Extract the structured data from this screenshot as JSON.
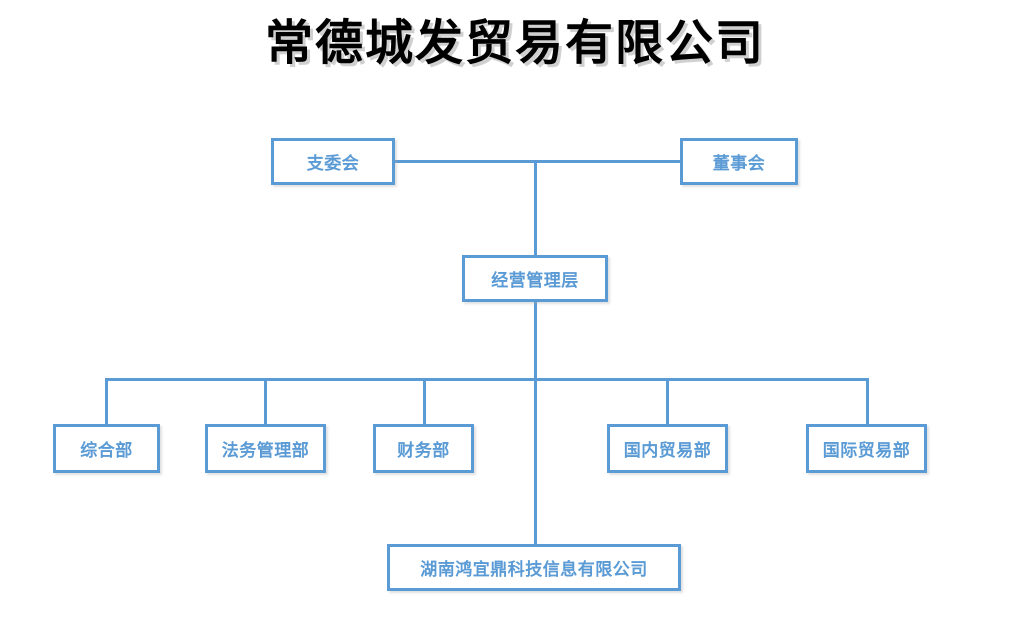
{
  "title": "常德城发贸易有限公司",
  "colors": {
    "line": "#5B9BD5",
    "box_border": "#5B9BD5",
    "box_fill": "#ffffff",
    "node_text": "#5B9BD5",
    "title_text": "#000000"
  },
  "chart_data": {
    "type": "diagram",
    "title": "常德城发贸易有限公司",
    "diagram_kind": "organizational-chart",
    "nodes": [
      {
        "id": "party-committee",
        "label": "支委会",
        "level": 1
      },
      {
        "id": "board",
        "label": "董事会",
        "level": 1
      },
      {
        "id": "management",
        "label": "经营管理层",
        "level": 2
      },
      {
        "id": "general-affairs",
        "label": "综合部",
        "level": 3
      },
      {
        "id": "legal-affairs",
        "label": "法务管理部",
        "level": 3
      },
      {
        "id": "finance",
        "label": "财务部",
        "level": 3
      },
      {
        "id": "domestic-trade",
        "label": "国内贸易部",
        "level": 3
      },
      {
        "id": "international-trade",
        "label": "国际贸易部",
        "level": 3
      },
      {
        "id": "subsidiary",
        "label": "湖南鸿宜鼎科技信息有限公司",
        "level": 4
      }
    ],
    "edges": [
      {
        "from": "party-committee",
        "to": "board"
      },
      {
        "from": "board",
        "to": "management"
      },
      {
        "from": "management",
        "to": "general-affairs"
      },
      {
        "from": "management",
        "to": "legal-affairs"
      },
      {
        "from": "management",
        "to": "finance"
      },
      {
        "from": "management",
        "to": "domestic-trade"
      },
      {
        "from": "management",
        "to": "international-trade"
      },
      {
        "from": "management",
        "to": "subsidiary"
      }
    ]
  },
  "nodes": {
    "party_committee": "支委会",
    "board": "董事会",
    "management": "经营管理层",
    "general_affairs": "综合部",
    "legal_affairs": "法务管理部",
    "finance": "财务部",
    "domestic_trade": "国内贸易部",
    "international_trade": "国际贸易部",
    "subsidiary": "湖南鸿宜鼎科技信息有限公司"
  }
}
